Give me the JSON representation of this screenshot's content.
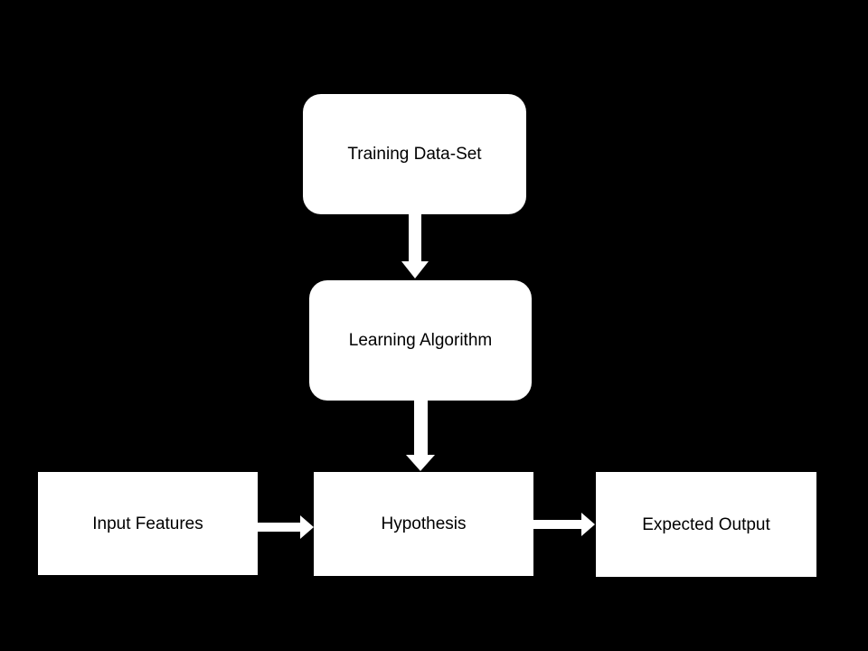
{
  "canvas": {
    "background_color": "#000000",
    "node_fill_color": "#ffffff",
    "node_text_color": "#000000",
    "arrow_color": "#ffffff"
  },
  "diagram": {
    "type": "flowchart",
    "nodes": [
      {
        "id": "training",
        "label": "Training Data-Set",
        "shape": "rounded-rectangle"
      },
      {
        "id": "learning",
        "label": "Learning Algorithm",
        "shape": "rounded-rectangle"
      },
      {
        "id": "input",
        "label": "Input Features",
        "shape": "rectangle"
      },
      {
        "id": "hypothesis",
        "label": "Hypothesis",
        "shape": "rectangle"
      },
      {
        "id": "expected",
        "label": "Expected Output",
        "shape": "rectangle"
      }
    ],
    "edges": [
      {
        "from": "training",
        "to": "learning",
        "direction": "down"
      },
      {
        "from": "learning",
        "to": "hypothesis",
        "direction": "down"
      },
      {
        "from": "input",
        "to": "hypothesis",
        "direction": "right"
      },
      {
        "from": "hypothesis",
        "to": "expected",
        "direction": "right"
      }
    ]
  }
}
